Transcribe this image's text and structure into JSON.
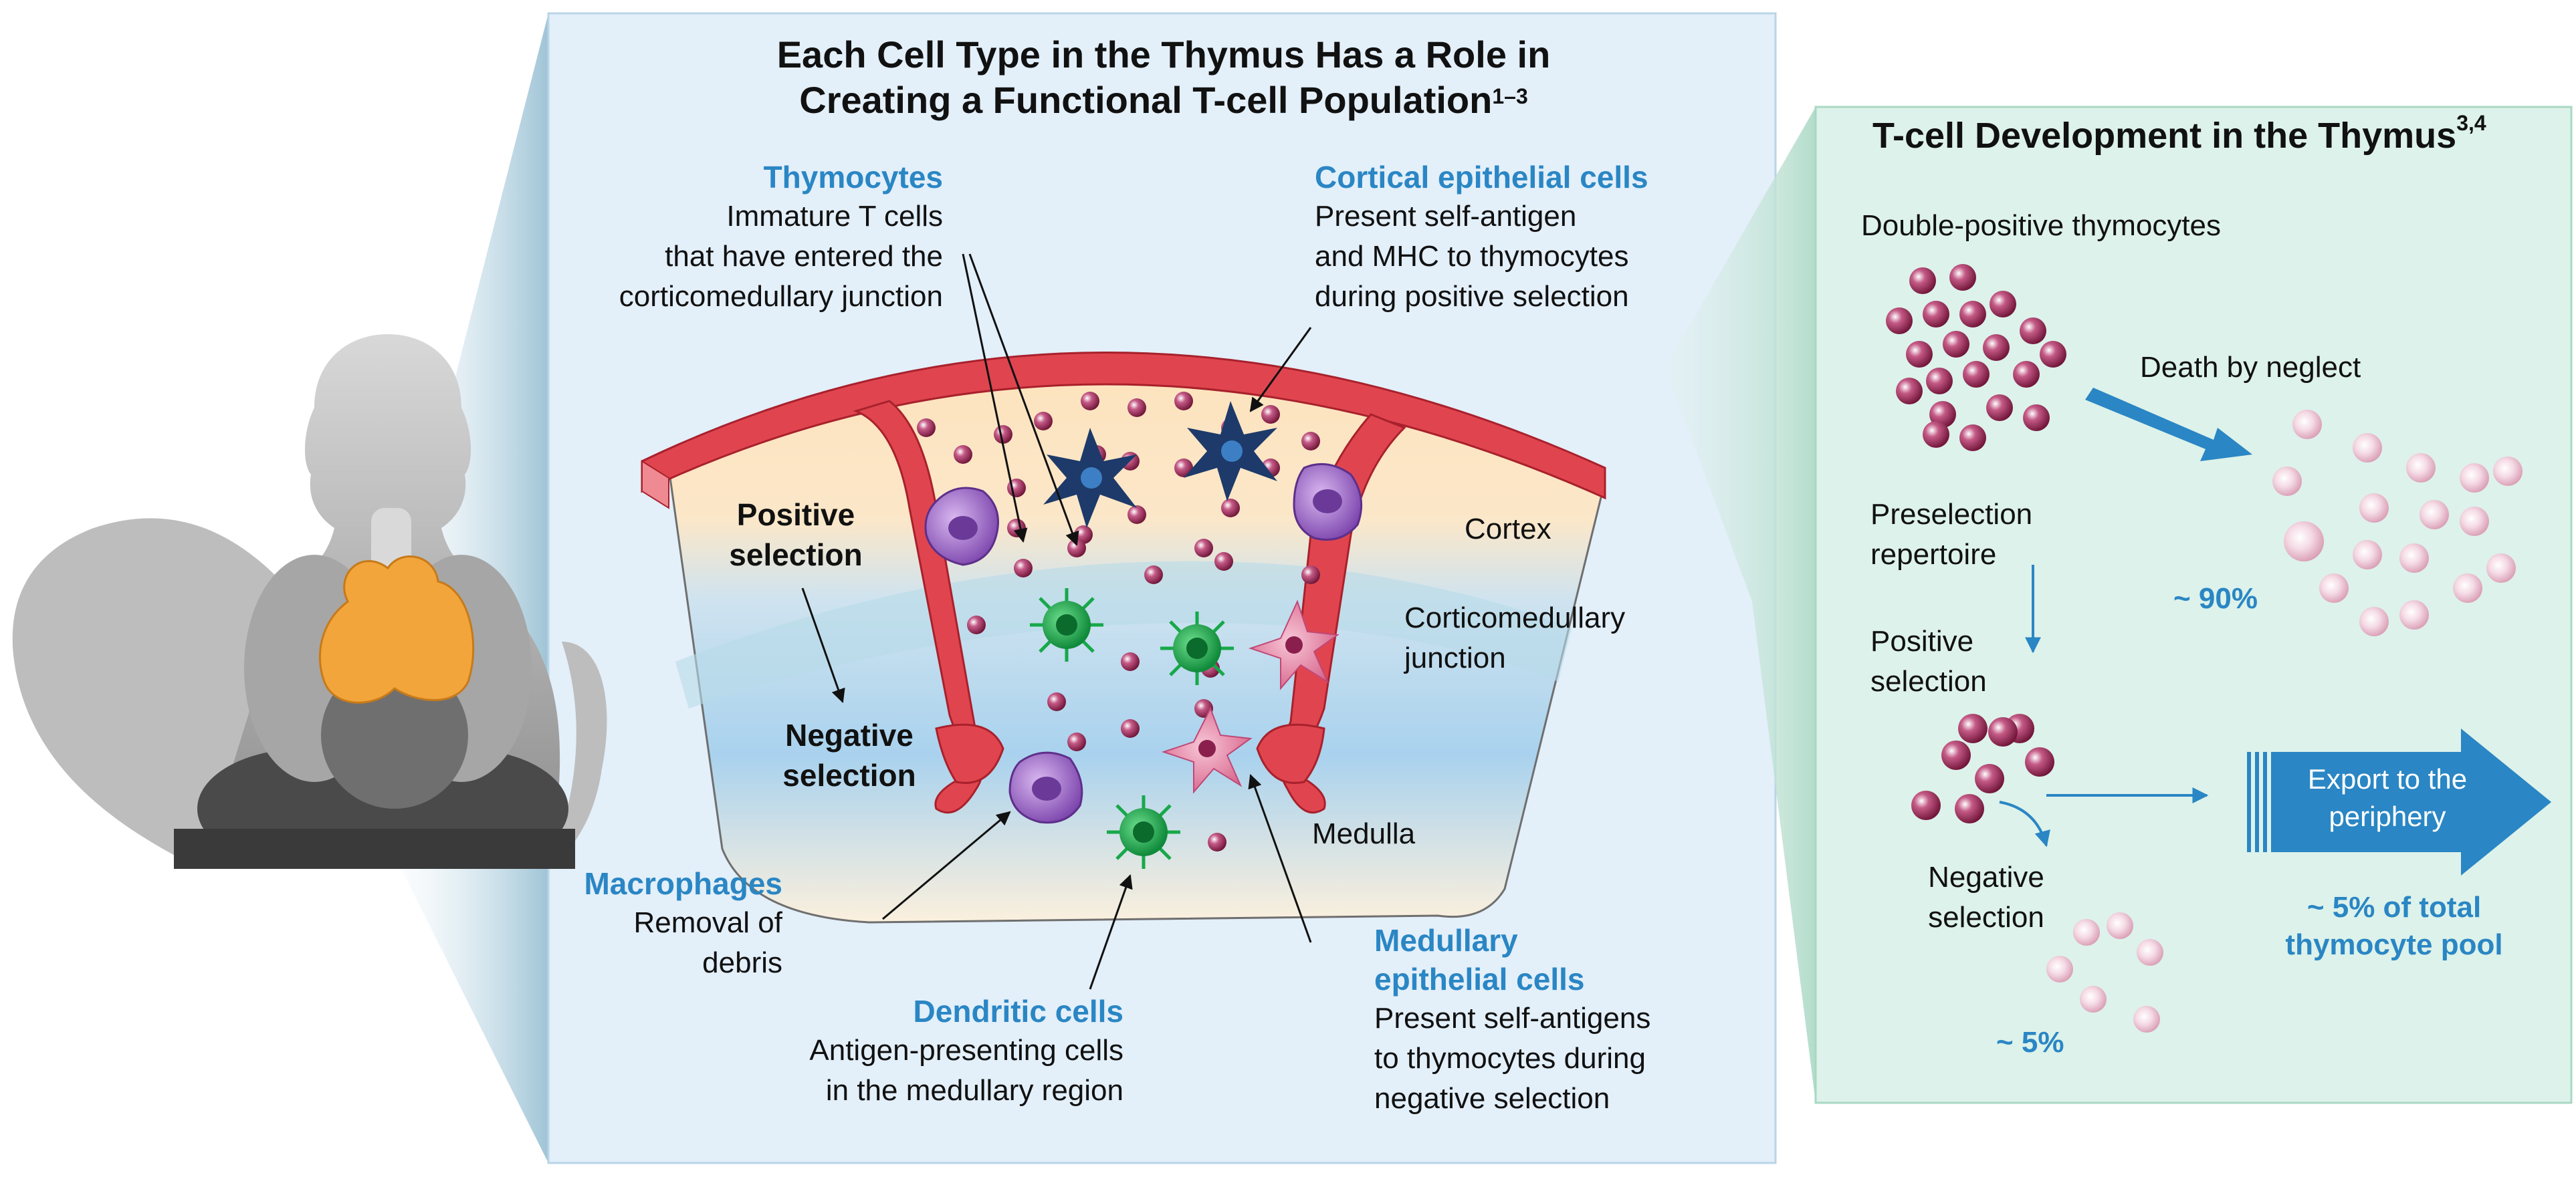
{
  "center_panel": {
    "title_line1": "Each Cell Type in the Thymus Has a Role in",
    "title_line2": "Creating a Functional T-cell Population",
    "title_superscript": "1–3",
    "thymocytes": {
      "heading": "Thymocytes",
      "lines": [
        "Immature T cells",
        "that have entered the",
        "corticomedullary junction"
      ]
    },
    "cortical_epithelial": {
      "heading": "Cortical epithelial cells",
      "lines": [
        "Present self-antigen",
        "and MHC to thymocytes",
        "during positive selection"
      ]
    },
    "positive_selection": [
      "Positive",
      "selection"
    ],
    "negative_selection": [
      "Negative",
      "selection"
    ],
    "cortex": "Cortex",
    "corticomedullary_junction": [
      "Corticomedullary",
      "junction"
    ],
    "medulla": "Medulla",
    "macrophages": {
      "heading": "Macrophages",
      "lines": [
        "Removal of",
        "debris"
      ]
    },
    "dendritic": {
      "heading": "Dendritic cells",
      "lines": [
        "Antigen-presenting cells",
        "in the medullary region"
      ]
    },
    "medullary_epithelial": {
      "heading_lines": [
        "Medullary",
        "epithelial cells"
      ],
      "lines": [
        "Present self-antigens",
        "to thymocytes during",
        "negative selection"
      ]
    }
  },
  "right_panel": {
    "title": "T-cell Development in the Thymus",
    "title_superscript": "3,4",
    "double_positive": "Double-positive thymocytes",
    "death_by_neglect": "Death by neglect",
    "pct_90": "~ 90%",
    "preselection": [
      "Preselection",
      "repertoire"
    ],
    "positive_selection": [
      "Positive",
      "selection"
    ],
    "negative_selection": [
      "Negative",
      "selection"
    ],
    "pct_5": "~ 5%",
    "export": [
      "Export to the",
      "periphery"
    ],
    "pct_total": [
      "~ 5% of total",
      "thymocyte pool"
    ]
  },
  "colors": {
    "accent_blue": "#2a86c4",
    "center_bg": "#e3eff9",
    "right_bg": "#ddf2ea",
    "capsule_red": "#e0454f",
    "thymocyte_maroon": "#8a1f4d",
    "dendritic_green": "#17a84a",
    "macrophage_purple": "#8a54b8",
    "epithelial_navy": "#1d3a6a",
    "medullary_pink": "#e07a9c",
    "thymus_orange": "#f2a53a"
  }
}
